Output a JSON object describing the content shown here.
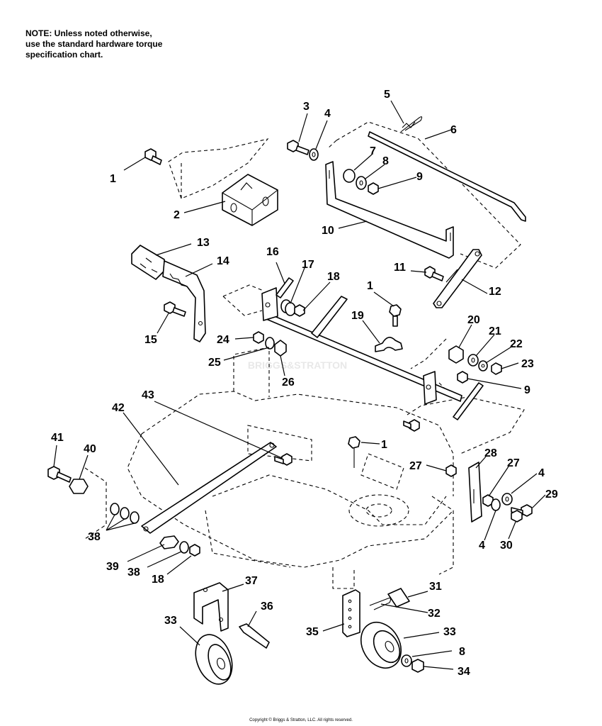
{
  "note": {
    "lines": [
      "NOTE: Unless noted otherwise,",
      "use the standard hardware torque",
      "specification chart."
    ]
  },
  "watermark": "BRIGGS&STRATTON",
  "callouts": [
    {
      "id": "c1a",
      "label": "1"
    },
    {
      "id": "c2",
      "label": "2"
    },
    {
      "id": "c3",
      "label": "3"
    },
    {
      "id": "c4a",
      "label": "4"
    },
    {
      "id": "c5",
      "label": "5"
    },
    {
      "id": "c6",
      "label": "6"
    },
    {
      "id": "c7",
      "label": "7"
    },
    {
      "id": "c8a",
      "label": "8"
    },
    {
      "id": "c9a",
      "label": "9"
    },
    {
      "id": "c10",
      "label": "10"
    },
    {
      "id": "c11",
      "label": "11"
    },
    {
      "id": "c12",
      "label": "12"
    },
    {
      "id": "c13",
      "label": "13"
    },
    {
      "id": "c14",
      "label": "14"
    },
    {
      "id": "c15",
      "label": "15"
    },
    {
      "id": "c16",
      "label": "16"
    },
    {
      "id": "c17",
      "label": "17"
    },
    {
      "id": "c18a",
      "label": "18"
    },
    {
      "id": "c1b",
      "label": "1"
    },
    {
      "id": "c19",
      "label": "19"
    },
    {
      "id": "c20",
      "label": "20"
    },
    {
      "id": "c21",
      "label": "21"
    },
    {
      "id": "c22",
      "label": "22"
    },
    {
      "id": "c23",
      "label": "23"
    },
    {
      "id": "c24",
      "label": "24"
    },
    {
      "id": "c25",
      "label": "25"
    },
    {
      "id": "c26",
      "label": "26"
    },
    {
      "id": "c9b",
      "label": "9"
    },
    {
      "id": "c1c",
      "label": "1"
    },
    {
      "id": "c27a",
      "label": "27"
    },
    {
      "id": "c28",
      "label": "28"
    },
    {
      "id": "c27b",
      "label": "27"
    },
    {
      "id": "c4b",
      "label": "4"
    },
    {
      "id": "c29",
      "label": "29"
    },
    {
      "id": "c4c",
      "label": "4"
    },
    {
      "id": "c30",
      "label": "30"
    },
    {
      "id": "c41",
      "label": "41"
    },
    {
      "id": "c40",
      "label": "40"
    },
    {
      "id": "c42",
      "label": "42"
    },
    {
      "id": "c43",
      "label": "43"
    },
    {
      "id": "c38a",
      "label": "38"
    },
    {
      "id": "c39",
      "label": "39"
    },
    {
      "id": "c38b",
      "label": "38"
    },
    {
      "id": "c18b",
      "label": "18"
    },
    {
      "id": "c37",
      "label": "37"
    },
    {
      "id": "c36",
      "label": "36"
    },
    {
      "id": "c33a",
      "label": "33"
    },
    {
      "id": "c31",
      "label": "31"
    },
    {
      "id": "c32",
      "label": "32"
    },
    {
      "id": "c35",
      "label": "35"
    },
    {
      "id": "c33b",
      "label": "33"
    },
    {
      "id": "c8b",
      "label": "8"
    },
    {
      "id": "c34",
      "label": "34"
    }
  ],
  "copyright": "Copyright © Briggs & Stratton, LLC. All rights reserved."
}
